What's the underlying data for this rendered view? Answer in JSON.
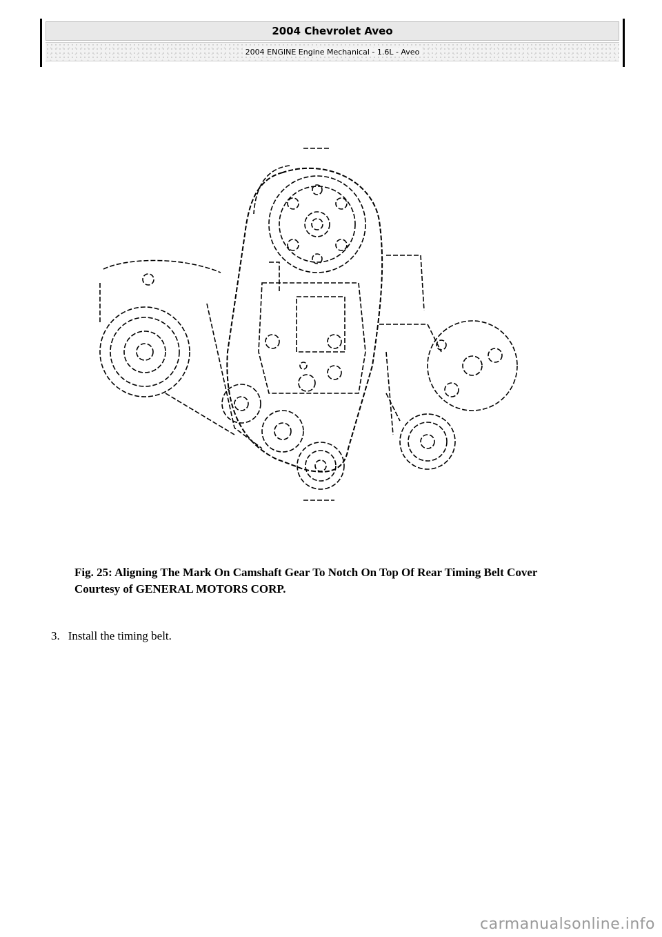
{
  "header": {
    "title": "2004 Chevrolet Aveo",
    "subtitle": "2004 ENGINE Engine Mechanical - 1.6L - Aveo"
  },
  "figure": {
    "caption_title": "Fig. 25: Aligning The Mark On Camshaft Gear To Notch On Top Of Rear Timing Belt Cover",
    "caption_credit": "Courtesy of GENERAL MOTORS CORP."
  },
  "steps": [
    {
      "number": "3.",
      "text": "Install the timing belt."
    }
  ],
  "watermark": "carmanualsonline.info"
}
